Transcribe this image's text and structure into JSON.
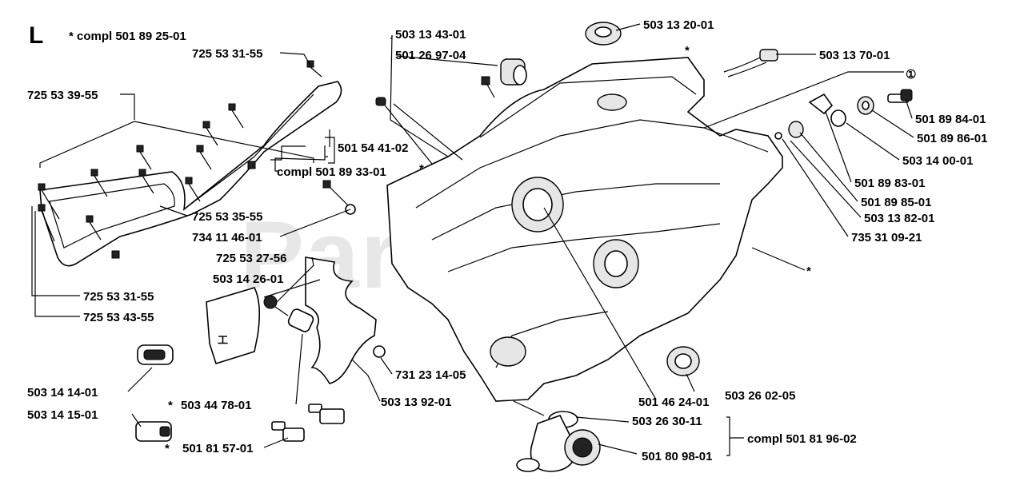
{
  "section_letter": "L",
  "header_note": "* compl 501 89 25-01",
  "watermark": "PartsTree",
  "circled_marker": "①",
  "star": "*",
  "labels": {
    "p1": "725 53 31-55",
    "p2": "725 53 39-55",
    "p3": "501 54 41-02",
    "p4": "compl 501 89 33-01",
    "p5": "725 53 35-55",
    "p6": "734 11 46-01",
    "p7": "725 53 27-56",
    "p8": "503 14 26-01",
    "p9": "725 53 31-55",
    "p10": "725 53 43-55",
    "p11": "503 14 14-01",
    "p12": "503 14 15-01",
    "p13": "503 44 78-01",
    "p14": "501 81 57-01",
    "p15": "731 23 14-05",
    "p16": "503 13 92-01",
    "p17": "503 13 43-01",
    "p18": "501 26 97-04",
    "p19": "503 13 20-01",
    "p20": "503 13 70-01",
    "p21": "501 89 84-01",
    "p22": "501 89 86-01",
    "p23": "503 14 00-01",
    "p24": "501 89 83-01",
    "p25": "501 89 85-01",
    "p26": "503 13 82-01",
    "p27": "735 31 09-21",
    "p28": "501 46 24-01",
    "p29": "503 26 02-05",
    "p30": "503 26 30-11",
    "p31": "compl 501 81 96-02",
    "p32": "501 80 98-01"
  }
}
